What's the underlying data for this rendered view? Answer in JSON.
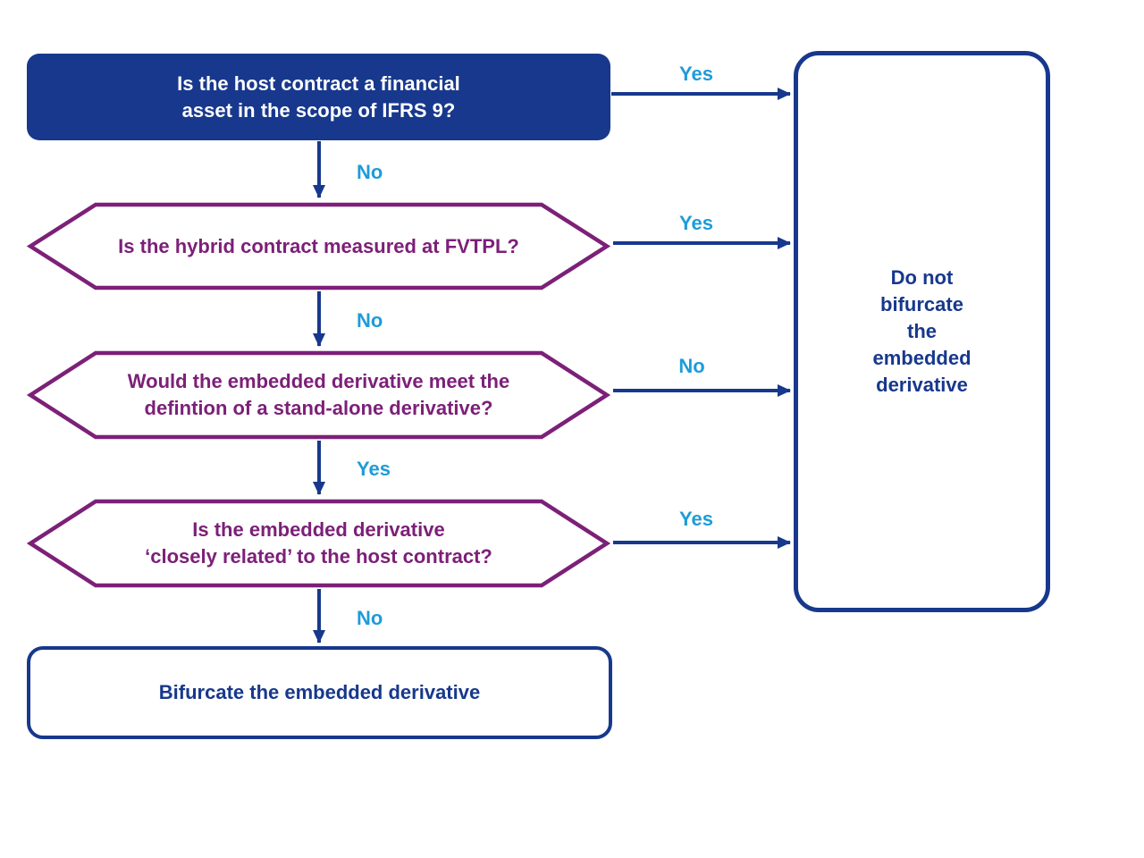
{
  "diagram": {
    "description": "Embedded derivative bifurcation decision flowchart",
    "nodes": {
      "q_host_contract": {
        "text": "Is the host contract a financial\nasset in the scope of IFRS 9?"
      },
      "q_fvtpl": {
        "text": "Is the hybrid contract measured at FVTPL?"
      },
      "q_standalone": {
        "text": "Would the embedded derivative meet the\ndefintion of a stand-alone derivative?"
      },
      "q_closely_related": {
        "text": "Is the embedded derivative\n‘closely related’ to the host contract?"
      },
      "do_not_bifurcate": {
        "text": "Do not\nbifurcate\nthe\nembedded\nderivative"
      },
      "bifurcate": {
        "text": "Bifurcate the embedded derivative"
      }
    },
    "edges": [
      {
        "from": "q_host_contract",
        "to": "do_not_bifurcate",
        "label": "Yes"
      },
      {
        "from": "q_host_contract",
        "to": "q_fvtpl",
        "label": "No"
      },
      {
        "from": "q_fvtpl",
        "to": "do_not_bifurcate",
        "label": "Yes"
      },
      {
        "from": "q_fvtpl",
        "to": "q_standalone",
        "label": "No"
      },
      {
        "from": "q_standalone",
        "to": "do_not_bifurcate",
        "label": "No"
      },
      {
        "from": "q_standalone",
        "to": "q_closely_related",
        "label": "Yes"
      },
      {
        "from": "q_closely_related",
        "to": "do_not_bifurcate",
        "label": "Yes"
      },
      {
        "from": "q_closely_related",
        "to": "bifurcate",
        "label": "No"
      }
    ],
    "colors": {
      "navy": "#17388c",
      "purple": "#7c2078",
      "sky_blue": "#1e9cd7",
      "background": "#ffffff"
    }
  }
}
